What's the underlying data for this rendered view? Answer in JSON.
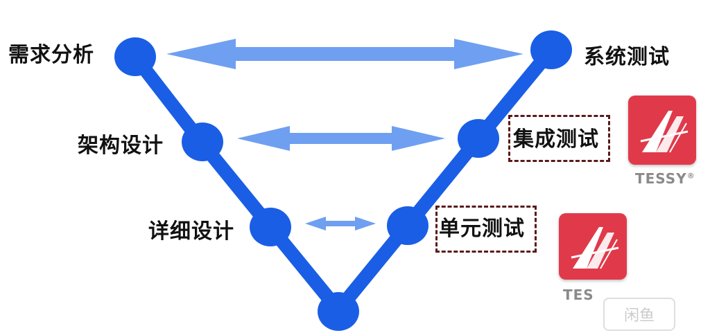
{
  "diagram": {
    "left_labels": [
      "需求分析",
      "架构设计",
      "详细设计"
    ],
    "right_labels": [
      "系统测试",
      "集成测试",
      "单元测试"
    ],
    "highlighted": [
      "集成测试",
      "单元测试"
    ],
    "colors": {
      "line": "#1a5ee6",
      "node": "#1a5ee6",
      "arrow": "#6f9ff0",
      "dash_box": "#5a1a1a",
      "logo_bg": "#e03a4a"
    }
  },
  "logos": [
    {
      "brand": "TESSY",
      "label": "TESSY",
      "mark": "®"
    },
    {
      "brand": "TESSY",
      "label": "TES",
      "mark": ""
    }
  ],
  "watermark": {
    "text": "闲鱼"
  }
}
